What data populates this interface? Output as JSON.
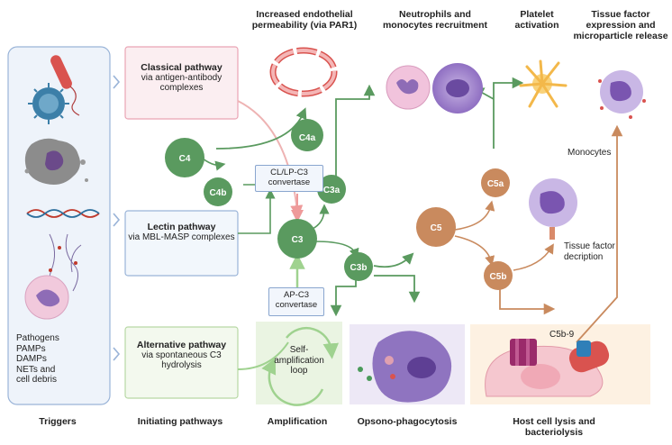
{
  "headers": {
    "endothelial": "Increased endothelial permeability (via PAR1)",
    "neutrophils": "Neutrophils and monocytes recruitment",
    "platelet": "Platelet activation",
    "tissue_factor": "Tissue factor expression and microparticle release"
  },
  "triggers": {
    "text": "Pathogens\nPAMPs\nDAMPs\nNETs and\ncell debris"
  },
  "pathways": {
    "classical": {
      "title": "Classical pathway",
      "desc": "via antigen-antibody complexes"
    },
    "lectin": {
      "title": "Lectin pathway",
      "desc": "via MBL-MASP complexes"
    },
    "alternative": {
      "title": "Alternative pathway",
      "desc": "via spontaneous C3 hydrolysis"
    }
  },
  "components": {
    "c4": "C4",
    "c4a": "C4a",
    "c4b": "C4b",
    "c3": "C3",
    "c3a": "C3a",
    "c3b": "C3b",
    "c5": "C5",
    "c5a": "C5a",
    "c5b": "C5b"
  },
  "convertases": {
    "cl_lp": "CL/LP-C3 convertase",
    "ap": "AP-C3 convertase"
  },
  "amplification_loop": "Self-amplification loop",
  "labels": {
    "monocytes": "Monocytes",
    "tissue_factor_decription": "Tissue factor decription",
    "c5b9": "C5b-9"
  },
  "footers": {
    "triggers": "Triggers",
    "initiating": "Initiating pathways",
    "amplification": "Amplification",
    "opsono": "Opsono-phagocytosis",
    "lysis": "Host cell lysis and bacteriolysis"
  },
  "colors": {
    "green": "#5a9a5f",
    "orange": "#c98a5e",
    "blue_panel": "#eef3fa",
    "classical_bg": "#fbeef1",
    "lectin_bg": "#f2f7fc",
    "alt_bg": "#f3f9ee"
  }
}
